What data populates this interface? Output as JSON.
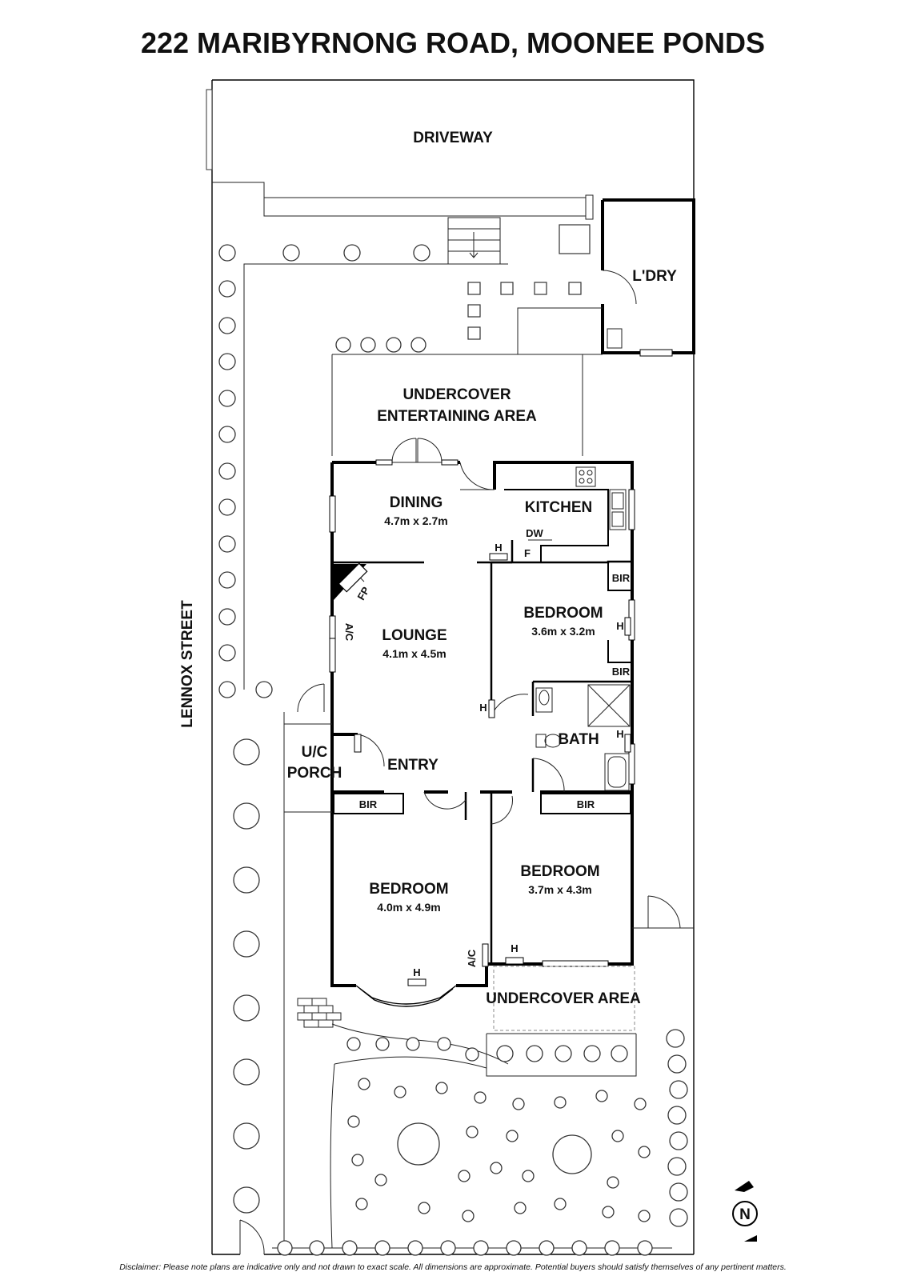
{
  "title": "222 MARIBYRNONG ROAD, MOONEE PONDS",
  "street_side": "LENNOX STREET",
  "rooms": {
    "driveway": "DRIVEWAY",
    "laundry": "L'DRY",
    "entertaining_1": "UNDERCOVER",
    "entertaining_2": "ENTERTAINING AREA",
    "dining": "DINING",
    "dining_dim": "4.7m x 2.7m",
    "kitchen": "KITCHEN",
    "lounge": "LOUNGE",
    "lounge_dim": "4.1m x 4.5m",
    "bedroom_1": "BEDROOM",
    "bedroom_1_dim": "3.6m x 3.2m",
    "bath": "BATH",
    "entry": "ENTRY",
    "porch_1": "U/C",
    "porch_2": "PORCH",
    "bedroom_2": "BEDROOM",
    "bedroom_2_dim": "4.0m x 4.9m",
    "bedroom_3": "BEDROOM",
    "bedroom_3_dim": "3.7m x 4.3m",
    "undercover_area": "UNDERCOVER AREA"
  },
  "fixtures": {
    "bir": "BIR",
    "heater": "H",
    "ac": "A/C",
    "fireplace": "FP",
    "dishwasher": "DW",
    "fridge": "F"
  },
  "compass": "N",
  "disclaimer": "Disclaimer: Please note plans are indicative only and not drawn to exact scale. All dimensions are approximate. Potential buyers should satisfy themselves of any pertinent matters."
}
